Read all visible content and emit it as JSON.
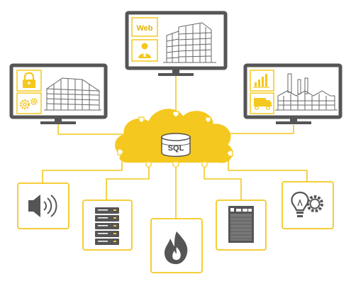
{
  "diagram": {
    "center": {
      "label": "SQL",
      "shape": "cloud",
      "icon": "database-icon"
    },
    "monitors": [
      {
        "id": "web",
        "badge_text": "Web",
        "icons": [
          "user-icon"
        ],
        "scene": "building-icon"
      },
      {
        "id": "security",
        "badge_text": "",
        "icons": [
          "padlock-icon",
          "gears-icon"
        ],
        "scene": "warehouse-icon"
      },
      {
        "id": "industry",
        "badge_text": "",
        "icons": [
          "bar-chart-icon",
          "truck-icon"
        ],
        "scene": "factory-icon"
      }
    ],
    "devices": [
      {
        "id": "audio",
        "icon": "speaker-icon"
      },
      {
        "id": "server",
        "icon": "server-rack-icon"
      },
      {
        "id": "fire",
        "icon": "flame-icon"
      },
      {
        "id": "panel",
        "icon": "control-panel-icon"
      },
      {
        "id": "smart",
        "icon": "lightbulb-gear-icon"
      }
    ]
  },
  "colors": {
    "accent": "#F4C81E",
    "monitor": "#555555",
    "line_art": "#666666",
    "background": "#FFFFFF"
  }
}
